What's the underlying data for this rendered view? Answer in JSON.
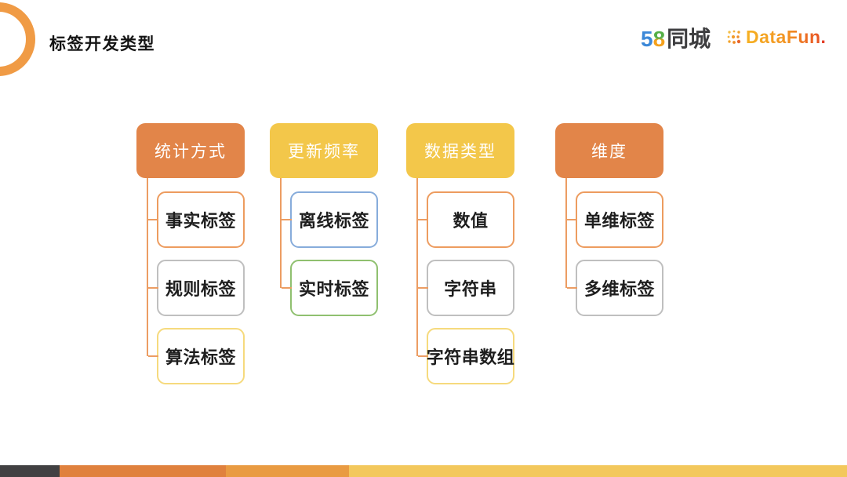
{
  "slide": {
    "title": "标签开发类型"
  },
  "logos": {
    "city58": {
      "five": "5",
      "eight": "8",
      "name": "同城",
      "colors": {
        "five": "#3C88D8",
        "eight": "#55AF47",
        "name": "#3E3E40"
      }
    },
    "datafun": {
      "name": "DataFun",
      "period": ".",
      "colors": {
        "text_start": "#F6B223",
        "text_end": "#E85124",
        "period": "#E33C25"
      }
    }
  },
  "theme": {
    "ring": "#F09B45",
    "connector": "#EC9D63",
    "header_colors": {
      "orange": "#E28549",
      "yellow": "#F3C74A"
    },
    "node_border_colors": {
      "orange": "#ED9C5F",
      "gray": "#BFBFBF",
      "yellow": "#F6DA7D",
      "blue": "#87ACDB",
      "green": "#8FC06F"
    },
    "footer_segments": [
      "#414042",
      "#E0813D",
      "#E99B42",
      "#F3C85C"
    ]
  },
  "diagram": {
    "columns": [
      {
        "id": "tongji-fangshi",
        "header": {
          "label": "统计方式",
          "variant": "orange"
        },
        "children": [
          {
            "label": "事实标签",
            "border": "orange"
          },
          {
            "label": "规则标签",
            "border": "gray"
          },
          {
            "label": "算法标签",
            "border": "yellow"
          }
        ]
      },
      {
        "id": "gengxin-pinlv",
        "header": {
          "label": "更新频率",
          "variant": "yellow"
        },
        "children": [
          {
            "label": "离线标签",
            "border": "blue"
          },
          {
            "label": "实时标签",
            "border": "green"
          }
        ]
      },
      {
        "id": "shuju-leixing",
        "header": {
          "label": "数据类型",
          "variant": "yellow"
        },
        "children": [
          {
            "label": "数值",
            "border": "orange"
          },
          {
            "label": "字符串",
            "border": "gray"
          },
          {
            "label": "字符串数组",
            "border": "yellow"
          }
        ]
      },
      {
        "id": "weidu",
        "header": {
          "label": "维度",
          "variant": "orange"
        },
        "children": [
          {
            "label": "单维标签",
            "border": "orange"
          },
          {
            "label": "多维标签",
            "border": "gray"
          }
        ]
      }
    ]
  }
}
